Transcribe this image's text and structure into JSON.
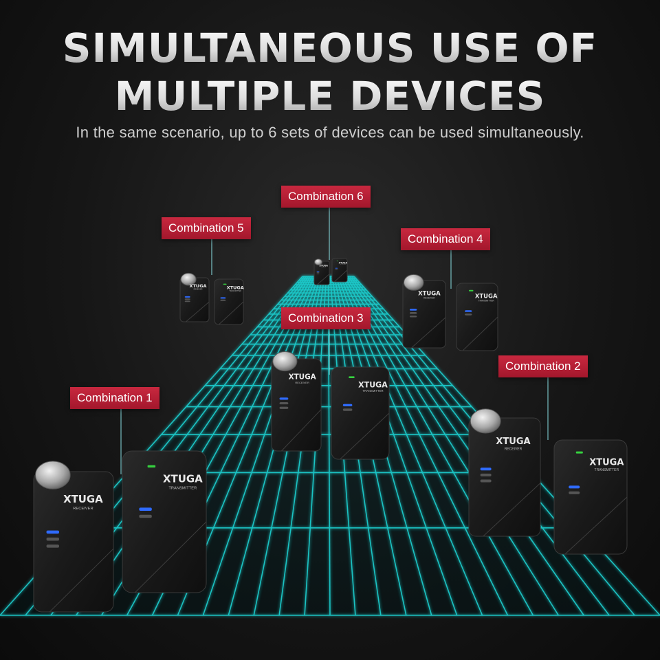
{
  "headline": {
    "line1": "SIMULTANEOUS USE OF",
    "line2": "MULTIPLE DEVICES"
  },
  "subtitle": "In the same scenario, up to 6 sets of devices can be used simultaneously.",
  "combinations": [
    {
      "label": "Combination 1"
    },
    {
      "label": "Combination 2"
    },
    {
      "label": "Combination 3"
    },
    {
      "label": "Combination 4"
    },
    {
      "label": "Combination 5"
    },
    {
      "label": "Combination 6"
    }
  ],
  "device": {
    "brand": "XTUGA",
    "receiver_tag": "RECEIVER",
    "transmitter_tag": "TRANSMITTER"
  },
  "colors": {
    "grid": "#1fd6d6",
    "label_bg": "#b51f36",
    "device_body": "#1b1b1b",
    "led_blue": "#2f6bff",
    "led_green": "#36d13f"
  }
}
